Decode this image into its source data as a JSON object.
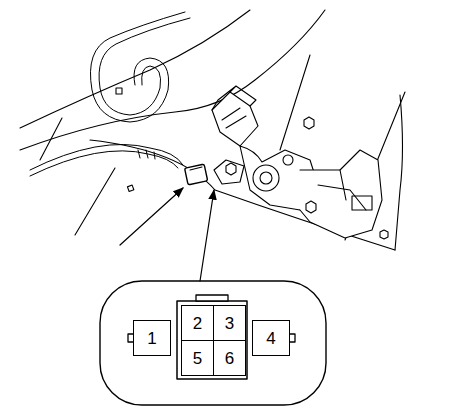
{
  "diagram": {
    "nodes": [
      {
        "text": [
          "1"
        ]
      },
      {
        "text": [
          "2"
        ]
      },
      {
        "text": [
          "3"
        ]
      },
      {
        "text": [
          "5"
        ]
      },
      {
        "text": [
          "6"
        ]
      },
      {
        "text": [
          "4"
        ]
      }
    ]
  }
}
